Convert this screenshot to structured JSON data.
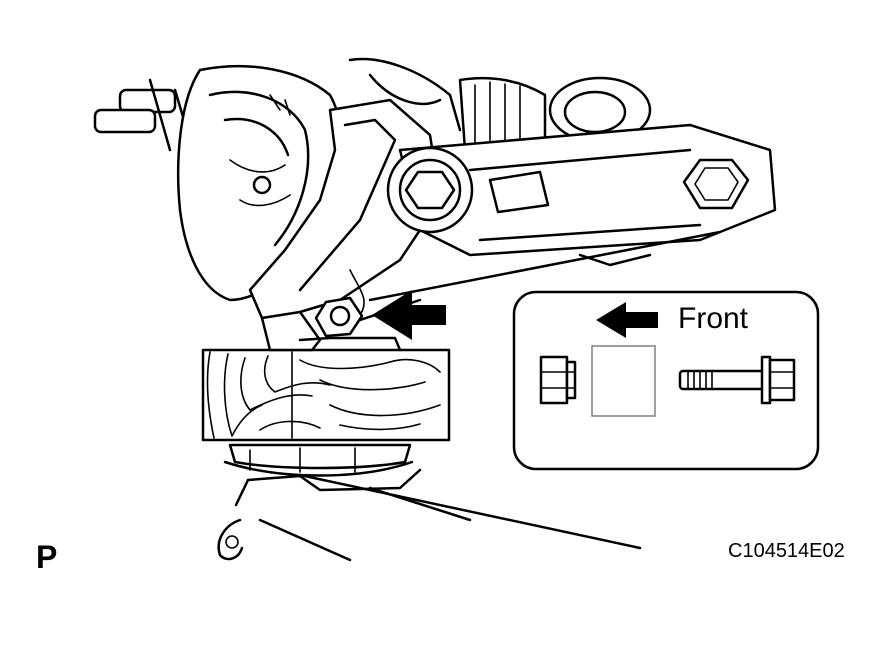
{
  "legend": {
    "direction_label": "Front"
  },
  "figure_code": "C104514E02",
  "corner_mark": "P",
  "icons": {
    "pointer_arrow": "arrow-left-icon",
    "legend_arrow": "arrow-left-icon",
    "nut": "nut-icon",
    "bolt": "bolt-icon",
    "block": "wood-block-icon"
  }
}
